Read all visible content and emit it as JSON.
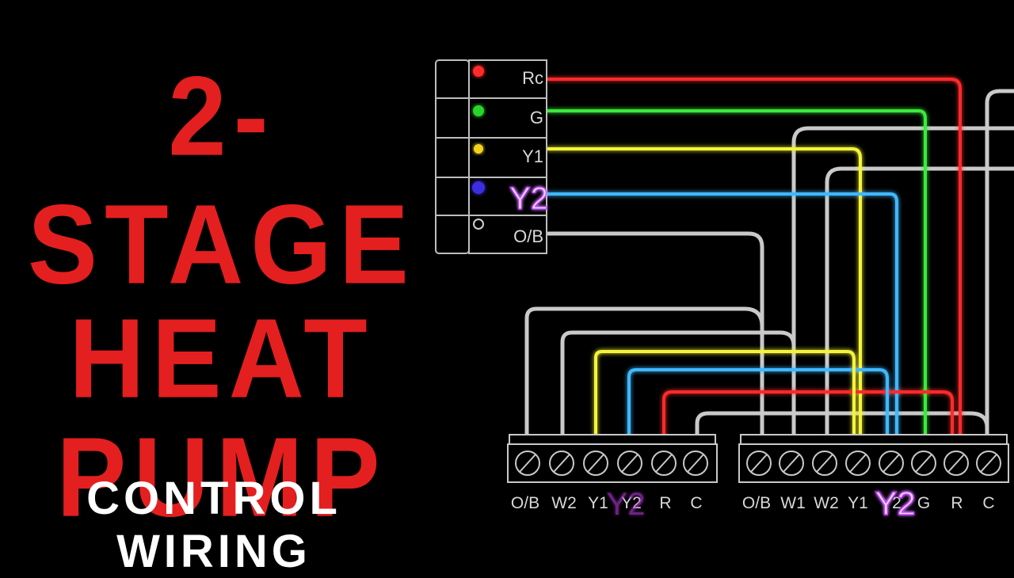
{
  "title": {
    "line1": "2-STAGE",
    "line2": "HEAT",
    "line3": "PUMP"
  },
  "subtitle": "CONTROL WIRING",
  "thermostat": {
    "terminals": [
      {
        "label": "Rc",
        "indicator": "#ff2a2a"
      },
      {
        "label": "G",
        "indicator": "#2bd42b"
      },
      {
        "label": "Y1",
        "indicator": "#f2d21a"
      },
      {
        "label": "Y2",
        "indicator": "#3b2fe0"
      },
      {
        "label": "O/B",
        "indicator": "none"
      }
    ]
  },
  "outdoor_unit": {
    "terminals": [
      "O/B",
      "W2",
      "Y1",
      "Y2",
      "R",
      "C"
    ],
    "annotation": "Y2"
  },
  "indoor_unit": {
    "terminals": [
      "O/B",
      "W1",
      "W2",
      "Y1",
      "Y2",
      "G",
      "R",
      "C"
    ],
    "annotation": "Y2"
  },
  "wire_colors": {
    "R": "#ff2a2a",
    "G": "#3ee83e",
    "Y1": "#f4f43a",
    "Y2": "#3fb8ff",
    "O/B": "#cfcfcf",
    "annotation": "#d83cff"
  }
}
